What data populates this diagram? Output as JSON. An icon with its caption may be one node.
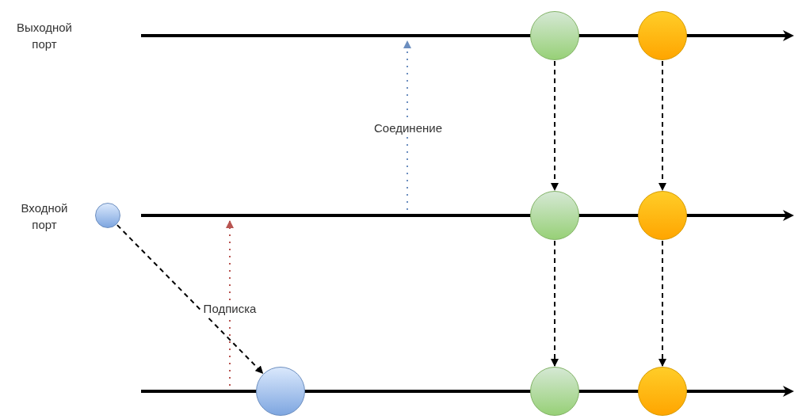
{
  "diagram": {
    "nodes": [
      {
        "text": [],
        "shape": "bar"
      },
      {
        "text": [],
        "shape": "bar"
      },
      {
        "text": [],
        "shape": "bar"
      },
      {
        "text": [],
        "shape": "circle"
      },
      {
        "text": [],
        "shape": "circle"
      },
      {
        "text": [],
        "shape": "circle"
      },
      {
        "text": [],
        "shape": "circle"
      },
      {
        "text": [],
        "shape": "circle"
      },
      {
        "text": [],
        "shape": "circle"
      },
      {
        "text": [],
        "shape": "circle"
      },
      {
        "text": [],
        "shape": "circle"
      }
    ],
    "edges": [
      {
        "from": 1,
        "to": 0,
        "arrow": "to",
        "label": "Соединение",
        "style": "dashed",
        "color": "#6c8ebf"
      },
      {
        "from": 2,
        "to": 1,
        "arrow": "to",
        "label": "Подписка",
        "style": "dashed",
        "color": "#b85450"
      },
      {
        "from": 3,
        "to": 4,
        "arrow": "to",
        "style": "dashed"
      },
      {
        "from": 5,
        "to": 7,
        "arrow": "to",
        "style": "dashed"
      },
      {
        "from": 6,
        "to": 8,
        "arrow": "to",
        "style": "dashed"
      },
      {
        "from": 7,
        "to": 9,
        "arrow": "to",
        "style": "dashed"
      },
      {
        "from": 8,
        "to": 10,
        "arrow": "to",
        "style": "dashed"
      }
    ],
    "labels": [
      "Выходной порт",
      "Входной порт"
    ]
  }
}
